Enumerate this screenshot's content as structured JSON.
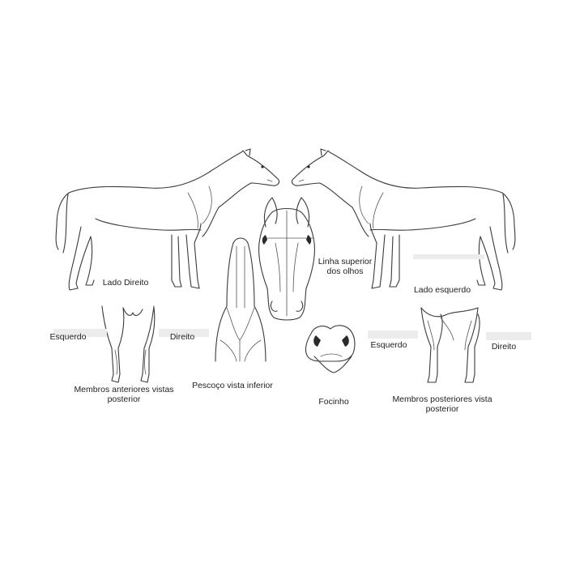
{
  "labels": {
    "right_side": "Lado Direito",
    "left_side": "Lado esquerdo",
    "eye_line": "Linha superior dos olhos",
    "front_left": "Esquerdo",
    "front_right": "Direito",
    "front_limbs": "Membros anteriores vistas posterior",
    "neck_view": "Pescoço vista inferior",
    "muzzle": "Focinho",
    "hind_left": "Esquerdo",
    "hind_right": "Direito",
    "hind_limbs": "Membros posteriores vista posterior"
  }
}
